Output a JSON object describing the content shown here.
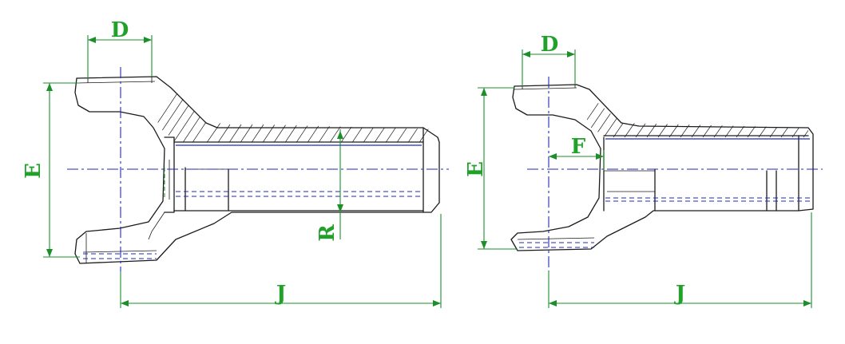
{
  "views": [
    {
      "id": "left",
      "labels": {
        "width": "D",
        "height": "E",
        "radius": "R",
        "length": "J"
      }
    },
    {
      "id": "right",
      "labels": {
        "width": "D",
        "height": "E",
        "offset": "F",
        "length": "J"
      }
    }
  ],
  "colors": {
    "outline": "#1a1a1a",
    "centerline": "#1f2ab8",
    "dimension": "#1a8f2a"
  }
}
